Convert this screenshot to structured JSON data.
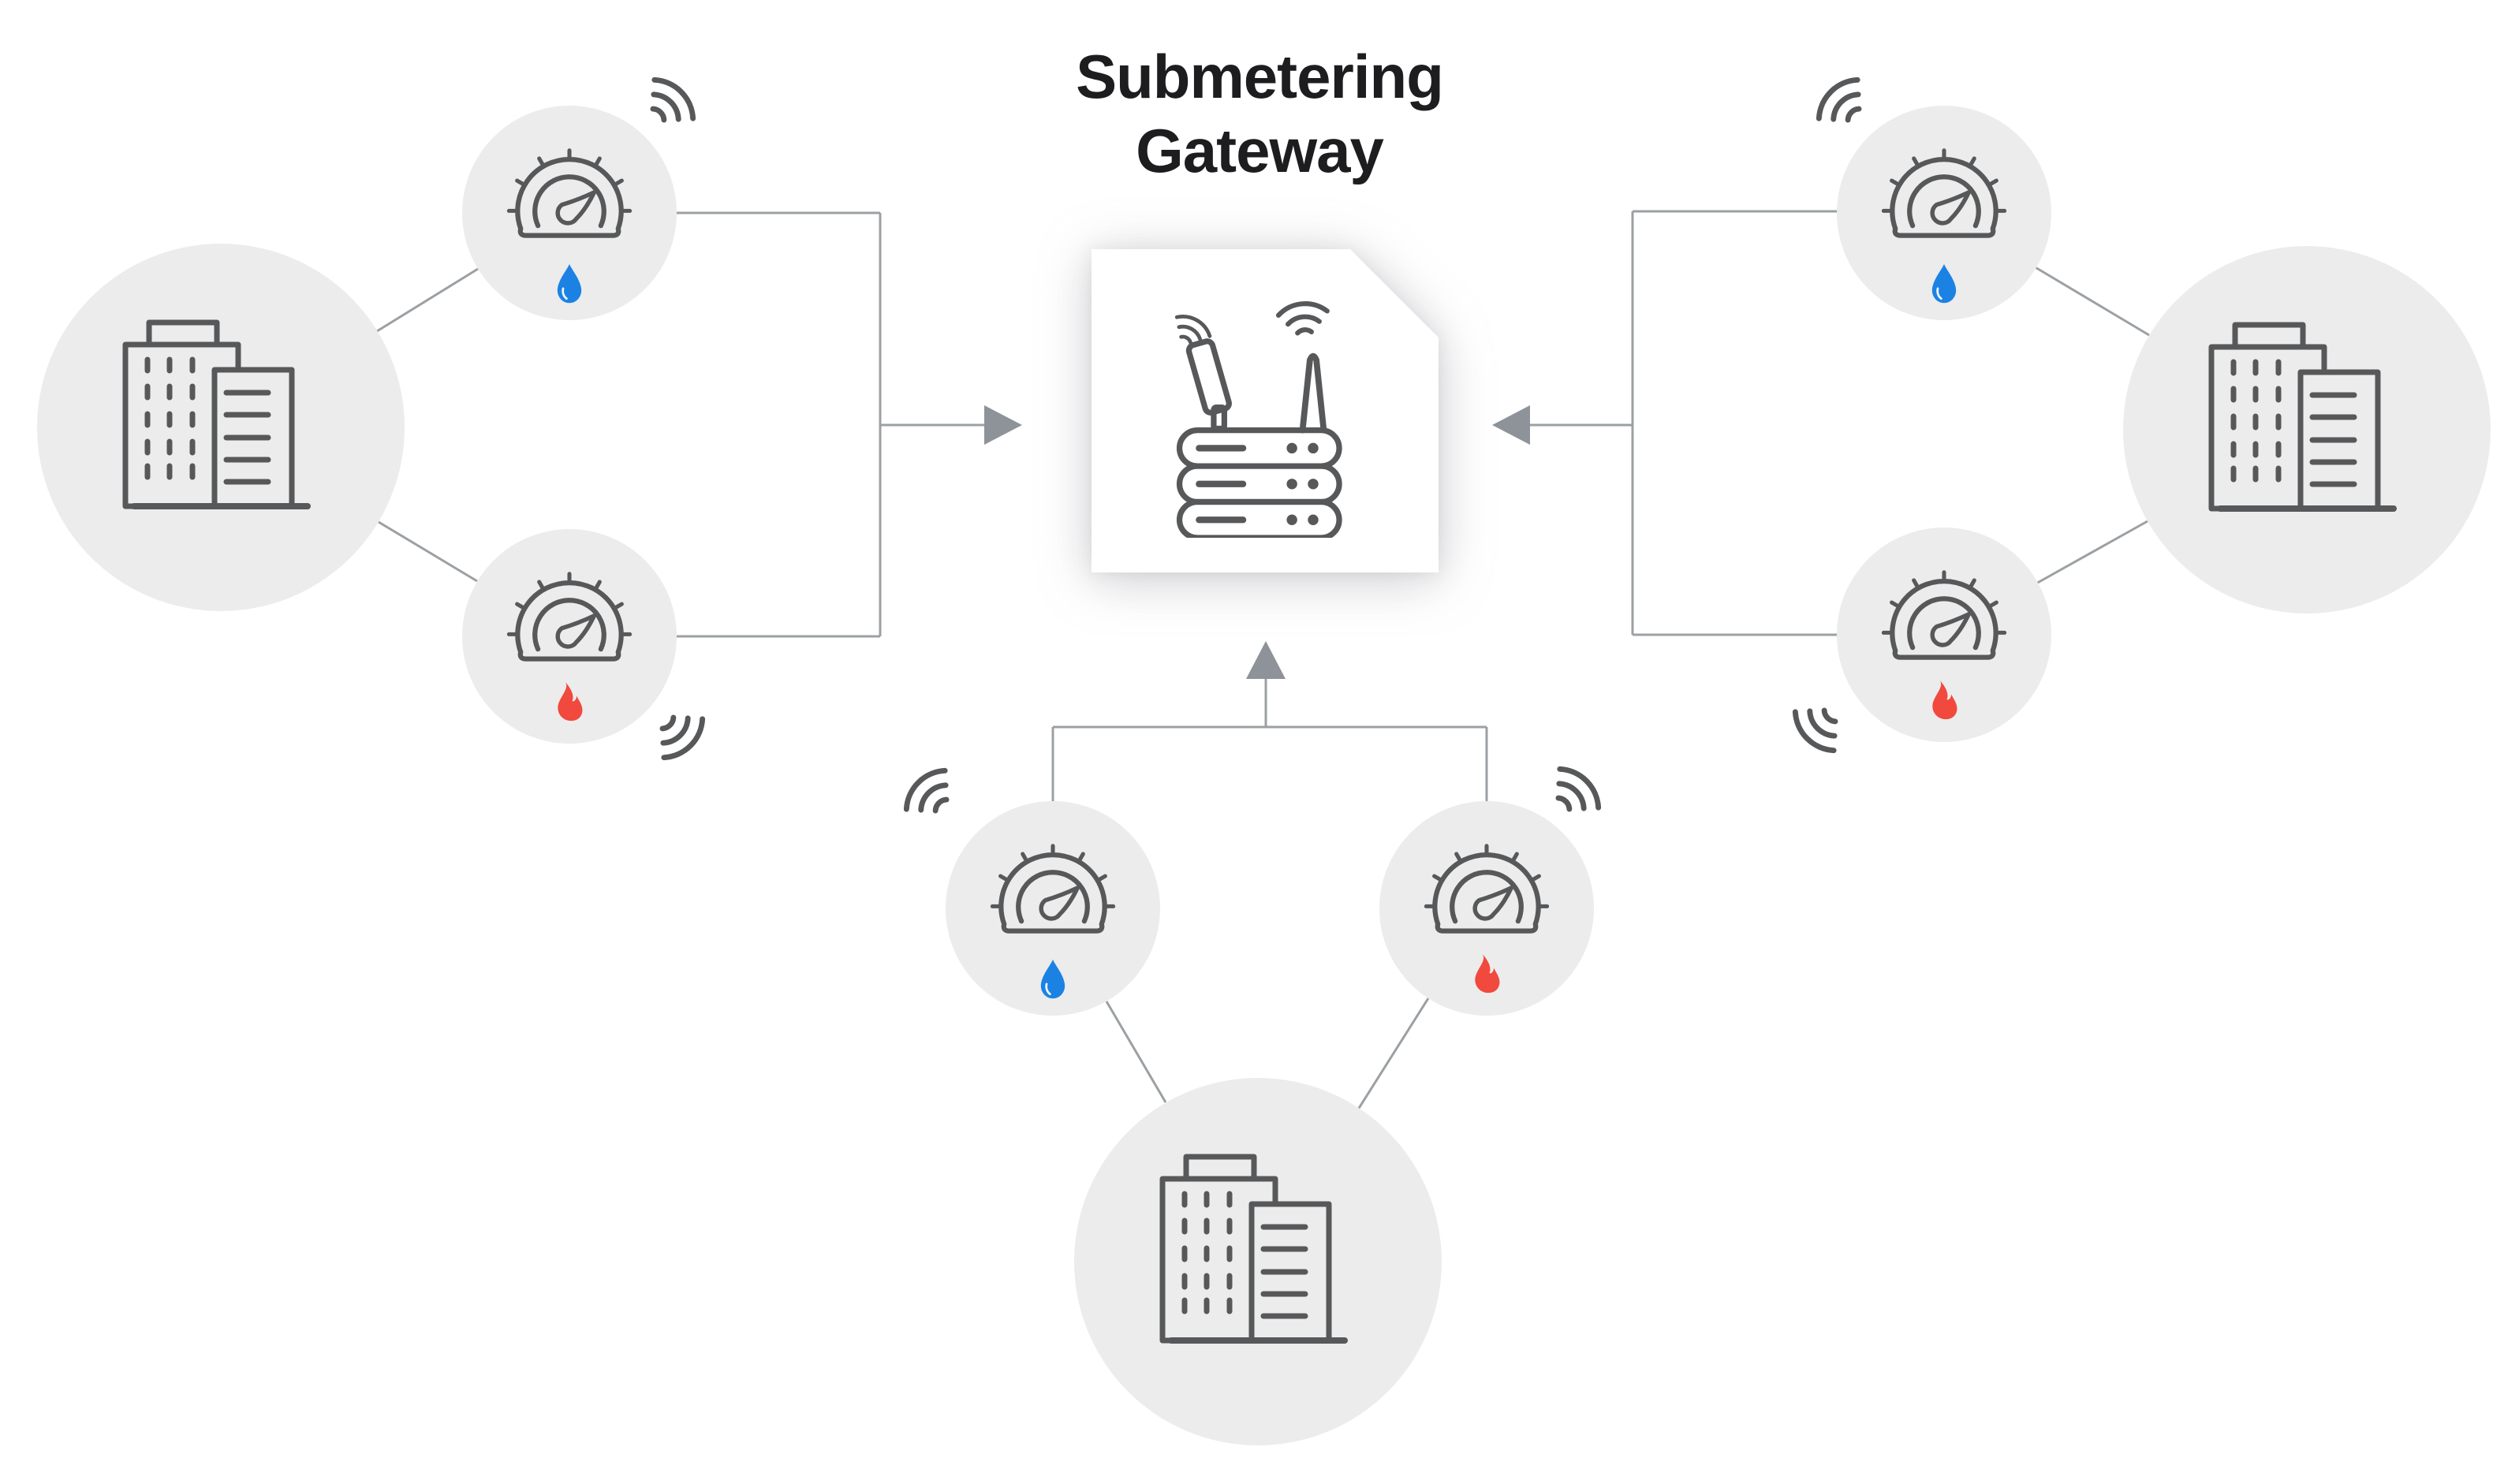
{
  "title": {
    "line1": "Submetering",
    "line2": "Gateway"
  },
  "colors": {
    "background": "#ffffff",
    "node-fill": "#ececec",
    "icon-stroke": "#57585a",
    "connector": "#9ba0a3",
    "arrow": "#8d9399",
    "water-blue": "#1b82e4",
    "fire-red": "#f1493e",
    "title-ink": "#1d1d1f",
    "card-bg": "#ffffff"
  },
  "gateway": {
    "label": "Submetering Gateway",
    "icon": "wireless-gateway-server-icon"
  },
  "nodes": {
    "buildings": [
      {
        "id": "building-left",
        "icon": "office-building-icon"
      },
      {
        "id": "building-right",
        "icon": "office-building-icon"
      },
      {
        "id": "building-bottom",
        "icon": "office-building-icon"
      }
    ],
    "meters": [
      {
        "id": "meter-water-left",
        "icon": "gauge-icon",
        "utility": "water",
        "badge": "water-drop-icon",
        "wifi": "up-right"
      },
      {
        "id": "meter-heat-left",
        "icon": "gauge-icon",
        "utility": "heat",
        "badge": "flame-icon",
        "wifi": "down-right"
      },
      {
        "id": "meter-water-right",
        "icon": "gauge-icon",
        "utility": "water",
        "badge": "water-drop-icon",
        "wifi": "up-left"
      },
      {
        "id": "meter-heat-right",
        "icon": "gauge-icon",
        "utility": "heat",
        "badge": "flame-icon",
        "wifi": "down-left"
      },
      {
        "id": "meter-water-bottom",
        "icon": "gauge-icon",
        "utility": "water",
        "badge": "water-drop-icon",
        "wifi": "up-left"
      },
      {
        "id": "meter-heat-bottom",
        "icon": "gauge-icon",
        "utility": "heat",
        "badge": "flame-icon",
        "wifi": "up-right"
      }
    ]
  },
  "connections": {
    "arrows": [
      "left-meters-into-gateway",
      "right-meters-into-gateway",
      "bottom-meters-into-gateway"
    ]
  }
}
